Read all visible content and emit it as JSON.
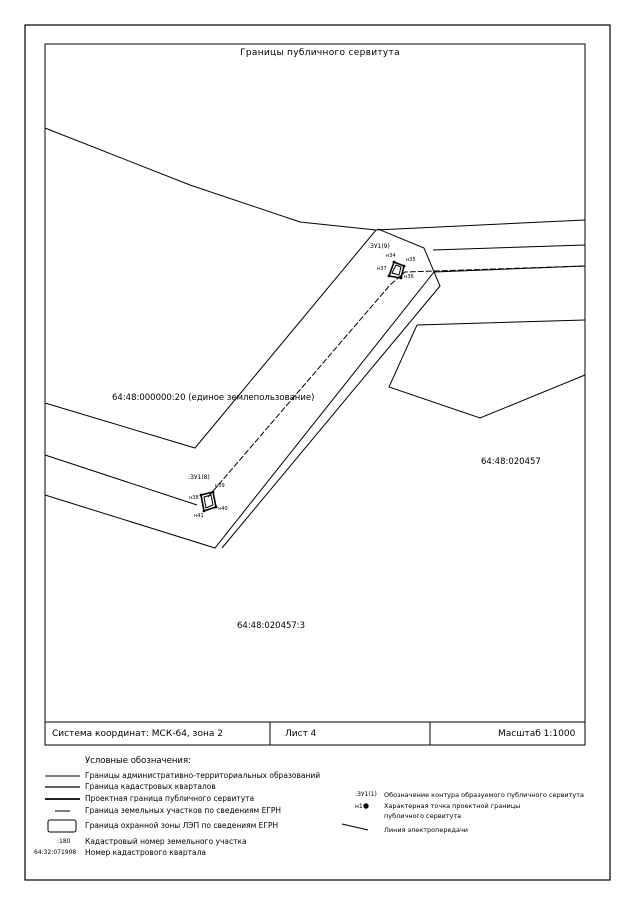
{
  "map": {
    "title": "Границы публичного сервитута",
    "parcel_labels": {
      "unified": "64:48:000000:20 (единое землепользование)",
      "quarter": "64:48:020457",
      "parcel": "64:48:020457:3"
    },
    "contour_labels": {
      "zu9": ":ЗУ1(9)",
      "zu8": ":ЗУ1(8)"
    },
    "point_marks": [
      "н34",
      "н35",
      "н36",
      "н37",
      "н38",
      "н39",
      "н40",
      "н41"
    ]
  },
  "title_block": {
    "coord_system": "Система координат: МСК-64, зона 2",
    "sheet": "Лист 4",
    "scale": "Масштаб 1:1000"
  },
  "legend": {
    "heading": "Условные обозначения:",
    "items": {
      "admin_border": "Границы административно-территориальных образований",
      "cadastral_quarters": "Граница кадастровых кварталов",
      "project_border": "Проектная граница публичного сервитута",
      "egrn_parcels": "Граница земельных участков по сведениям ЕГРН",
      "lep_zone": "Граница охранной зоны ЛЭП по сведениям ЕГРН",
      "parcel_number_sample": ":180",
      "parcel_number": "Кадастровый номер земельного участка",
      "quarter_number_sample": "64:32:071908",
      "quarter_number": "Номер кадастрового квартала",
      "contour_sample": ":ЗУ1(1)",
      "contour": "Обозначение контура образуемого публичного сервитута",
      "point_sample": "н1",
      "point_line1": "Характерная точка проектной границы",
      "point_line2": "публичного сервитута",
      "power_line": "Линия электропередачи"
    }
  }
}
